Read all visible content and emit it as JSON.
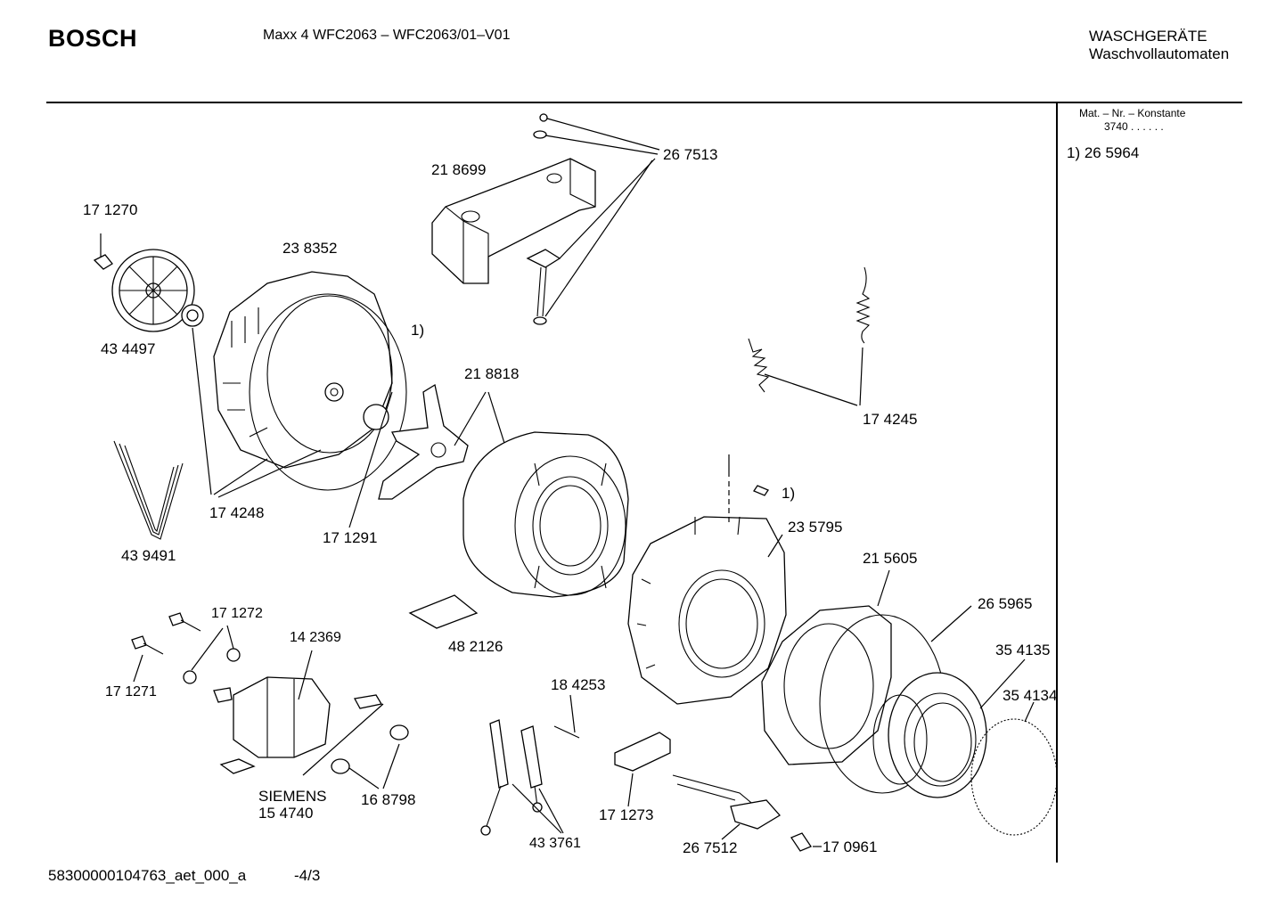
{
  "header": {
    "brand": "BOSCH",
    "model": "Maxx 4 WFC2063 – WFC2063/01–V01",
    "category_line1": "WASCHGERÄTE",
    "category_line2": "Waschvollautomaten"
  },
  "sidebar": {
    "heading": "Mat. – Nr. – Konstante",
    "constant": "3740 .  .  .  .  .  .",
    "note": "1)  26 5964"
  },
  "labels": {
    "p267513": "26 7513",
    "p218699": "21 8699",
    "p171270": "17 1270",
    "p238352": "23 8352",
    "p434497": "43 4497",
    "note1_a": "1)",
    "p218818": "21 8818",
    "p174245": "17 4245",
    "p174248": "17 4248",
    "p171291": "17 1291",
    "p439491": "43 9491",
    "note1_b": "1)",
    "p235795": "23 5795",
    "p215605": "21 5605",
    "p265965": "26 5965",
    "p171272": "17 1272",
    "p142369": "14 2369",
    "p482126": "48 2126",
    "p354135": "35 4135",
    "p354134": "35 4134",
    "p171271": "17 1271",
    "p184253": "18 4253",
    "siemens": "SIEMENS",
    "p154740": "15 4740",
    "p168798": "16 8798",
    "p171273": "17 1273",
    "p433761": "43 3761",
    "p267512": "26 7512",
    "p170961": "17 0961"
  },
  "footer": {
    "doc_id": "58300000104763_aet_000_a",
    "page": "-4/3"
  }
}
